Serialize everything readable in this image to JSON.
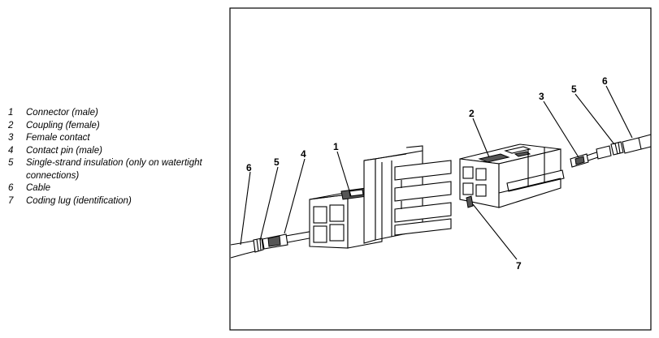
{
  "legend": [
    {
      "num": "1",
      "text": "Connector (male)"
    },
    {
      "num": "2",
      "text": "Coupling (female)"
    },
    {
      "num": "3",
      "text": "Female contact"
    },
    {
      "num": "4",
      "text": "Contact pin (male)"
    },
    {
      "num": "5",
      "text": "Single-strand insulation (only on watertight connections)"
    },
    {
      "num": "6",
      "text": "Cable"
    },
    {
      "num": "7",
      "text": "Coding lug (identification)"
    }
  ],
  "callouts": {
    "left_cable": "6",
    "left_insulation": "5",
    "left_pin": "4",
    "connector": "1",
    "coupling": "2",
    "right_contact": "3",
    "right_insulation": "5",
    "right_cable": "6",
    "coding_lug": "7"
  }
}
